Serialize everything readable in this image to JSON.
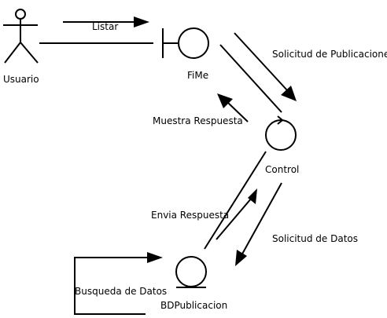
{
  "diagram": {
    "actor": {
      "label": "Usuario"
    },
    "boundary": {
      "label": "FiMe"
    },
    "control": {
      "label": "Control"
    },
    "entity": {
      "label": "BDPublicacion"
    },
    "messages": {
      "listar": "Listar",
      "solicitud_publicaciones": "Solicitud de Publicaciones",
      "muestra_respuesta": "Muestra Respuesta",
      "envia_respuesta": "Envia Respuesta",
      "solicitud_datos": "Solicitud de Datos",
      "busqueda_datos": "Busqueda de Datos"
    },
    "colors": {
      "stroke": "#000000",
      "background": "#ffffff"
    }
  }
}
